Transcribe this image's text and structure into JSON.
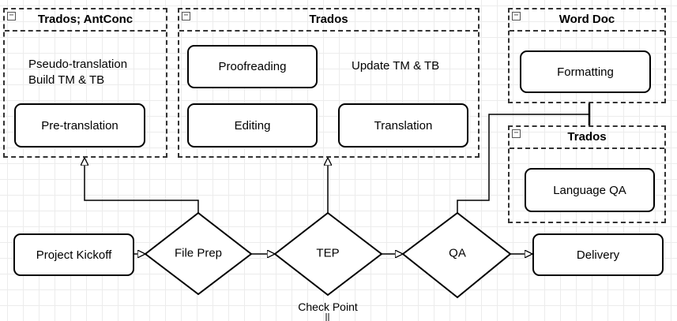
{
  "containers": {
    "prep_tools": "Trados; AntConc",
    "tep_tools": "Trados",
    "word_doc": "Word Doc",
    "qa_tools": "Trados"
  },
  "tasks": {
    "pseudo_build": "Pseudo-translation\nBuild TM & TB",
    "pre_translation": "Pre-translation",
    "proofreading": "Proofreading",
    "update_tm_tb": "Update TM & TB",
    "editing": "Editing",
    "translation": "Translation",
    "formatting": "Formatting",
    "language_qa": "Language QA"
  },
  "flow": {
    "project_kickoff": "Project Kickoff",
    "file_prep": "File Prep",
    "tep": "TEP",
    "qa": "QA",
    "delivery": "Delivery",
    "check_point": "Check Point"
  },
  "collapse_symbol": "−"
}
